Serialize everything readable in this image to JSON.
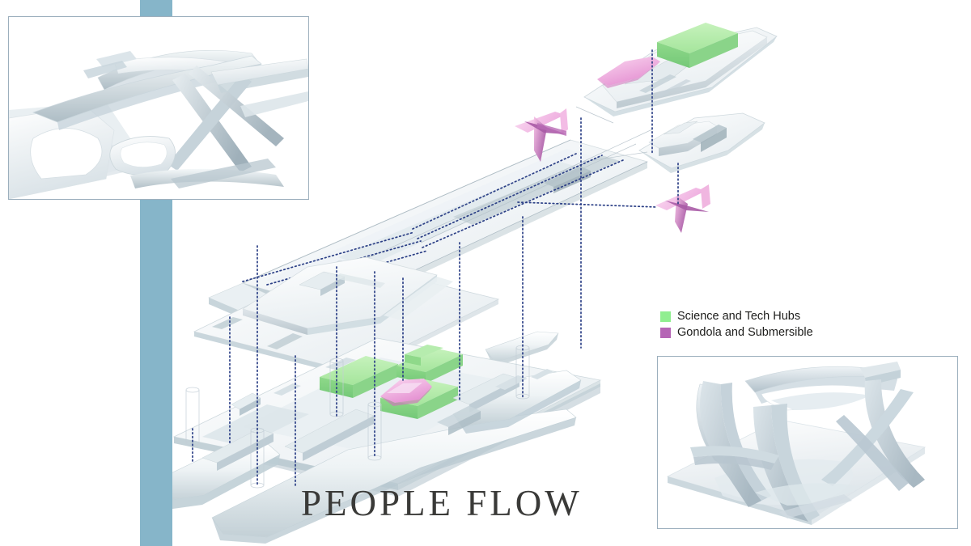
{
  "board": {
    "title": "PEOPLE FLOW",
    "title_color": "#3a3a38",
    "background_color": "#ffffff",
    "accent_band_color": "#86b5c9",
    "frame_color": "#9cafbd"
  },
  "legend": {
    "items": [
      {
        "label": "Science and Tech Hubs",
        "color": "#90ee90"
      },
      {
        "label": "Gondola and Submersible",
        "color": "#b565b5"
      }
    ]
  },
  "insets": [
    {
      "name": "top-left-render",
      "caption": ""
    },
    {
      "name": "bottom-right-render",
      "caption": ""
    }
  ],
  "diagram": {
    "type": "exploded-axonometric",
    "flow_line_color": "#2b3f86",
    "hull_color": "#f2f5f7",
    "hub_color": "#a9e6a0",
    "gondola_color": "#e8a8da",
    "layers": [
      {
        "name": "upper-deck-module",
        "elements": [
          "science-tech-hub-box",
          "gondola-pod"
        ]
      },
      {
        "name": "secondary-deck-module",
        "elements": []
      },
      {
        "name": "central-spine-bridge",
        "elements": [
          "people-flow-lines",
          "gondola-wings"
        ]
      },
      {
        "name": "mid-deck-plate",
        "elements": []
      },
      {
        "name": "main-hull-trimaran",
        "elements": [
          "science-tech-hub-volumes",
          "submersible-pod",
          "outriggers"
        ]
      }
    ]
  }
}
